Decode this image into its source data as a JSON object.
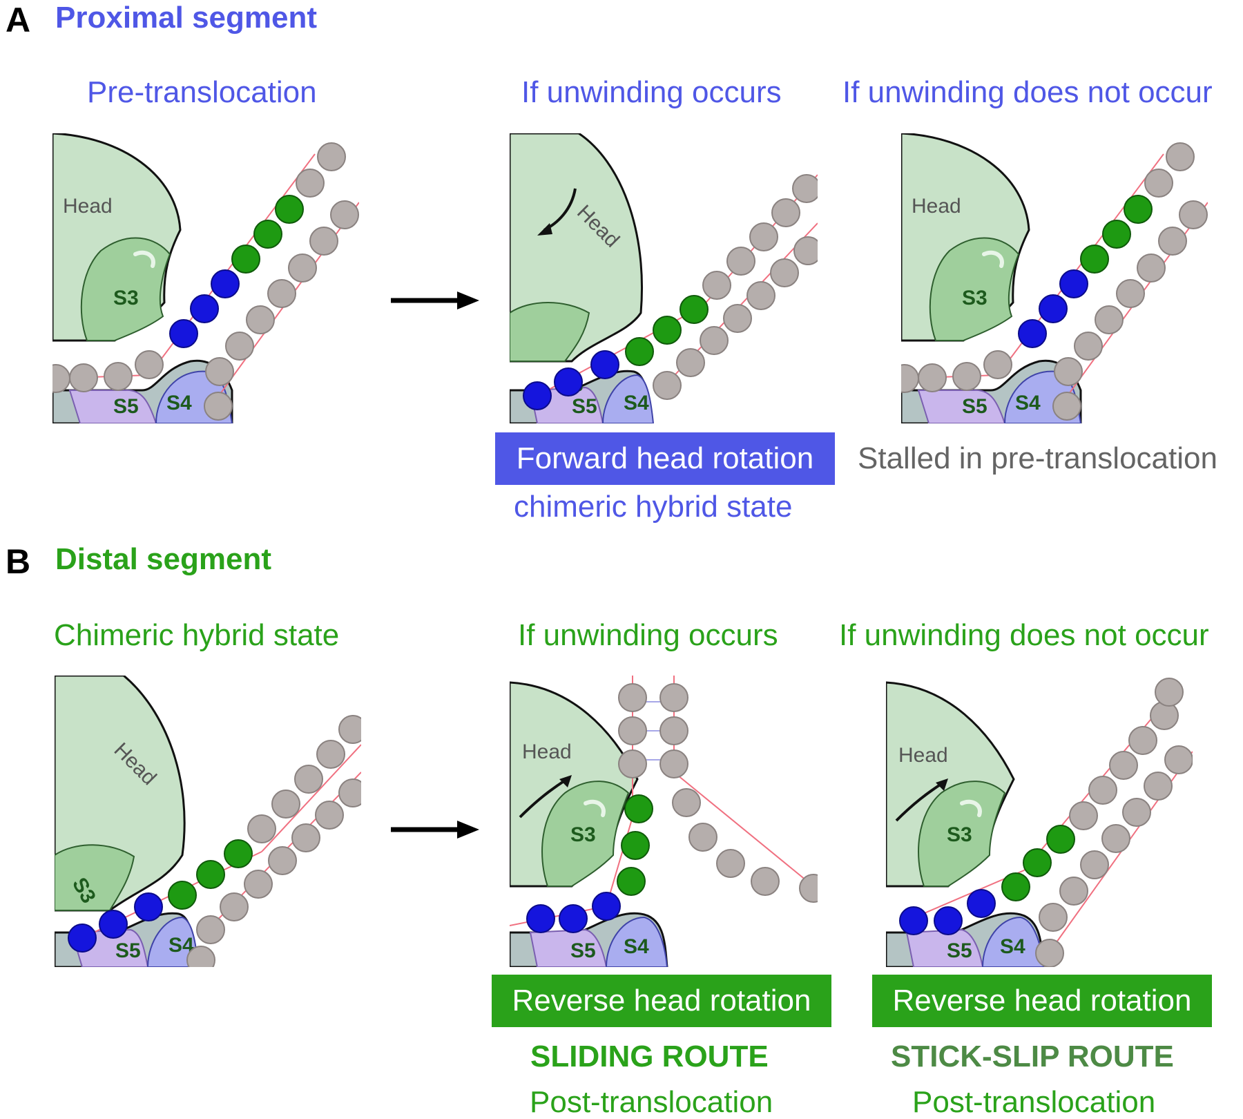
{
  "panelA": {
    "letter": "A",
    "title": "Proximal segment",
    "col1_header": "Pre-translocation",
    "col2_header": "If unwinding occurs",
    "col3_header": "If unwinding does not occur",
    "col2_box": "Forward head rotation",
    "col2_sub": "chimeric hybrid state",
    "col3_caption": "Stalled in pre-translocation"
  },
  "panelB": {
    "letter": "B",
    "title": "Distal segment",
    "col1_header": "Chimeric hybrid state",
    "col2_header": "If unwinding occurs",
    "col3_header": "If unwinding does not occur",
    "col2_box": "Reverse head rotation",
    "col2_route": "SLIDING ROUTE",
    "col2_sub": "Post-translocation",
    "col3_box": "Reverse head rotation",
    "col3_route": "STICK-SLIP ROUTE",
    "col3_sub": "Post-translocation"
  },
  "labels": {
    "head": "Head",
    "s3": "S3",
    "s4": "S4",
    "s5": "S5"
  },
  "colors": {
    "proximal": "#4f57e6",
    "distal": "#2aa21a",
    "stick_slip": "#4d8a45",
    "stalled": "#646464",
    "head": "#c8e2c8",
    "s3": "#9fcf9c",
    "s4": "#a9adf0",
    "s5": "#c9b6ec",
    "base": "#b4c4c4",
    "bead_grey": "#b5aeac",
    "bead_blue": "#1515dd",
    "bead_green": "#1e9a12"
  }
}
